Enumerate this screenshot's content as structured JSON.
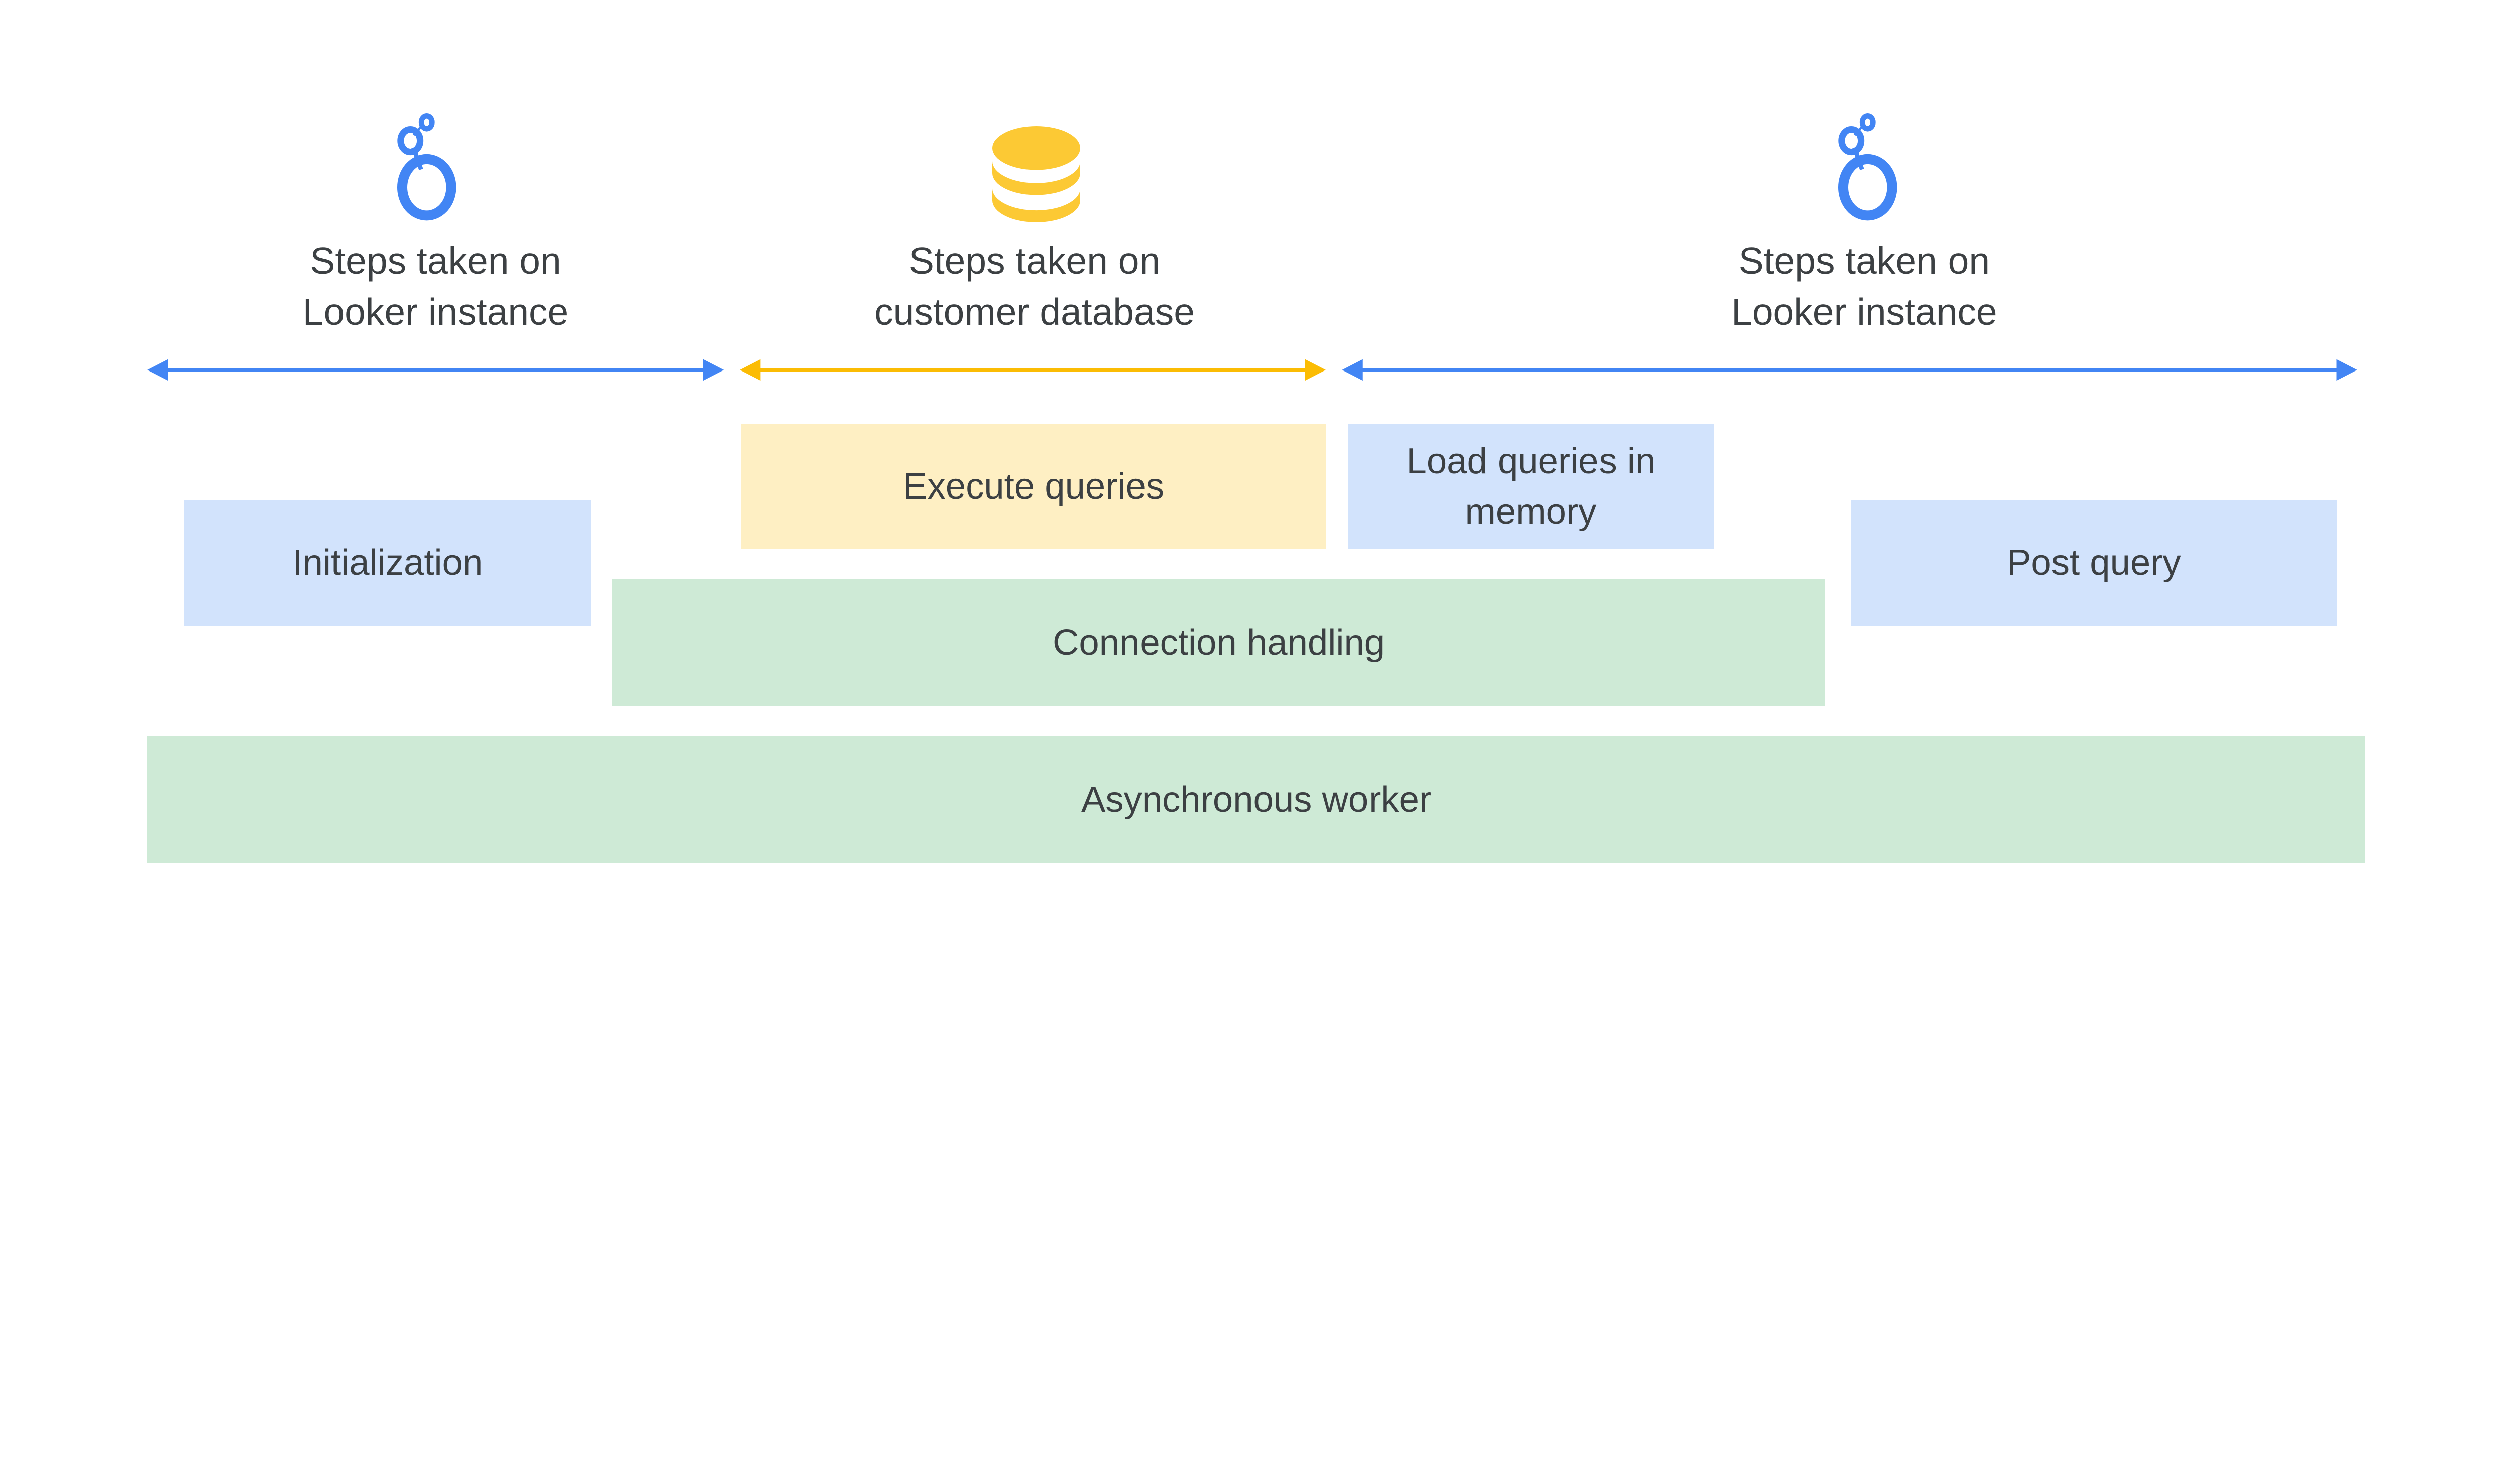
{
  "headers": [
    {
      "line1": "Steps taken on",
      "line2": "Looker instance",
      "icon": "looker-logo-icon"
    },
    {
      "line1": "Steps taken on",
      "line2": "customer database",
      "icon": "database-icon"
    },
    {
      "line1": "Steps taken on",
      "line2": "Looker instance",
      "icon": "looker-logo-icon"
    }
  ],
  "boxes": {
    "execute_queries": "Execute queries",
    "load_queries": "Load queries in memory",
    "initialization": "Initialization",
    "post_query": "Post query",
    "connection_handling": "Connection handling",
    "async_worker": "Asynchronous worker"
  },
  "colors": {
    "looker_blue": "#4285F4",
    "database_yellow": "#FBBC04",
    "database_icon_yellow": "#FCC934",
    "blue_box": "#D2E3FC",
    "yellow_box": "#FEEFC3",
    "green_box": "#CEEAD6",
    "text": "#3C4043"
  }
}
